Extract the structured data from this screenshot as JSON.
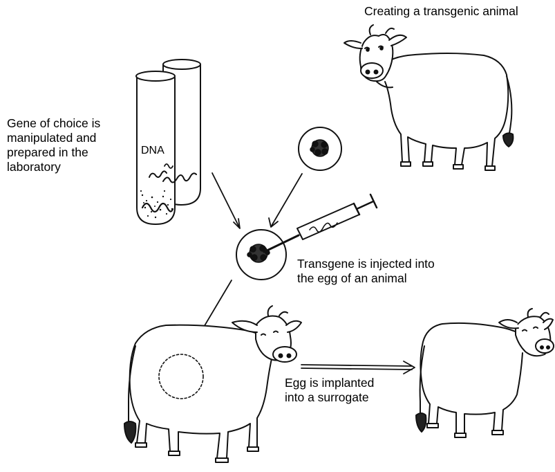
{
  "title": "Creating a transgenic animal",
  "labels": {
    "gene": [
      "Gene of choice is",
      "manipulated and",
      "prepared in the",
      "laboratory"
    ],
    "dna": "DNA",
    "inject": [
      "Transgene is injected into",
      "the egg of an animal"
    ],
    "implant": [
      "Egg is implanted",
      "into a surrogate"
    ]
  }
}
